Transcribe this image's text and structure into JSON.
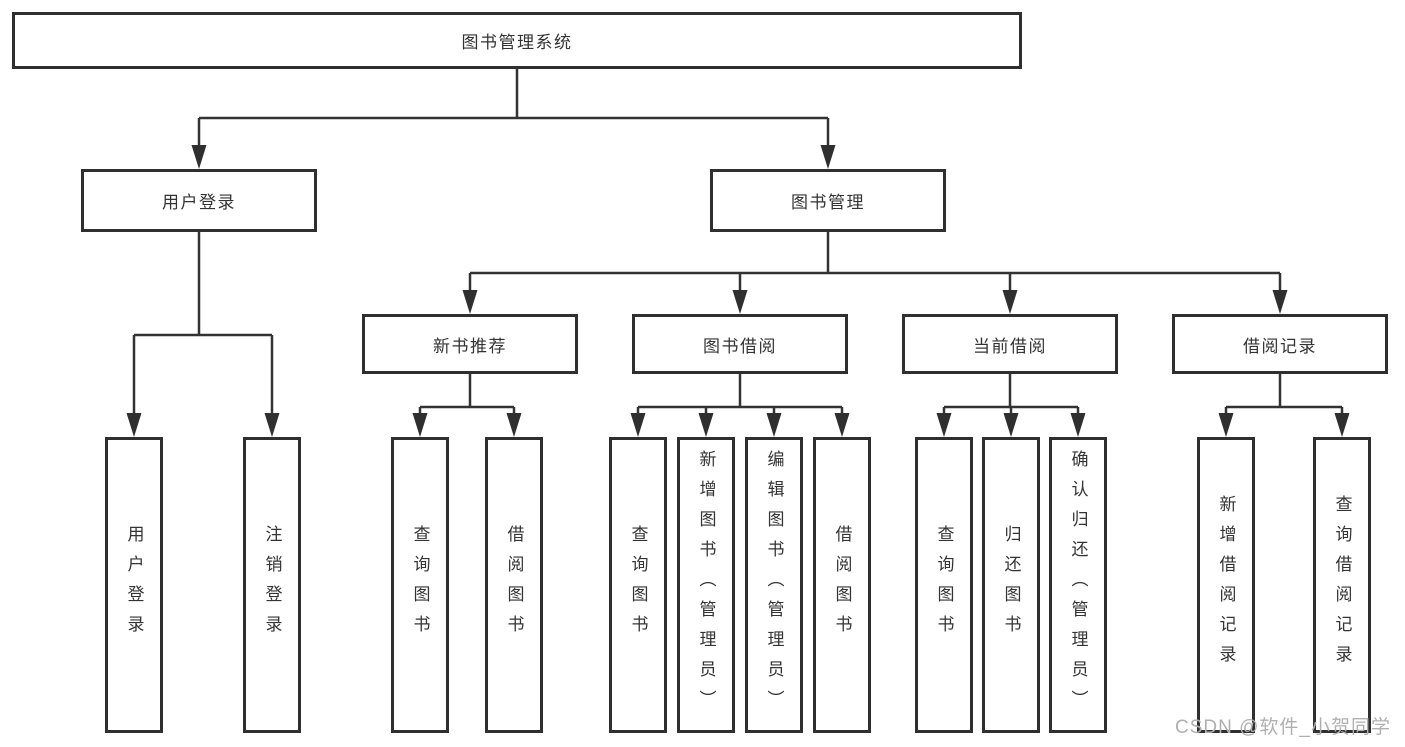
{
  "diagram": {
    "root": {
      "label": "图书管理系统"
    },
    "branches": [
      {
        "label": "用户登录",
        "children": [
          {
            "label": "用户登录"
          },
          {
            "label": "注销登录"
          }
        ]
      },
      {
        "label": "图书管理",
        "children": [
          {
            "label": "新书推荐",
            "children": [
              {
                "label": "查询图书"
              },
              {
                "label": "借阅图书"
              }
            ]
          },
          {
            "label": "图书借阅",
            "children": [
              {
                "label": "查询图书"
              },
              {
                "label": "新增图书（管理员）"
              },
              {
                "label": "编辑图书（管理员）"
              },
              {
                "label": "借阅图书"
              }
            ]
          },
          {
            "label": "当前借阅",
            "children": [
              {
                "label": "查询图书"
              },
              {
                "label": "归还图书"
              },
              {
                "label": "确认归还（管理员）"
              }
            ]
          },
          {
            "label": "借阅记录",
            "children": [
              {
                "label": "新增借阅记录"
              },
              {
                "label": "查询借阅记录"
              }
            ]
          }
        ]
      }
    ]
  },
  "watermark": "CSDN @软件_小贺同学",
  "colors": {
    "line": "#333333",
    "box_border": "#2f2f2f",
    "text": "#333333",
    "watermark_text": "#b0b0b0",
    "background": "#ffffff"
  }
}
